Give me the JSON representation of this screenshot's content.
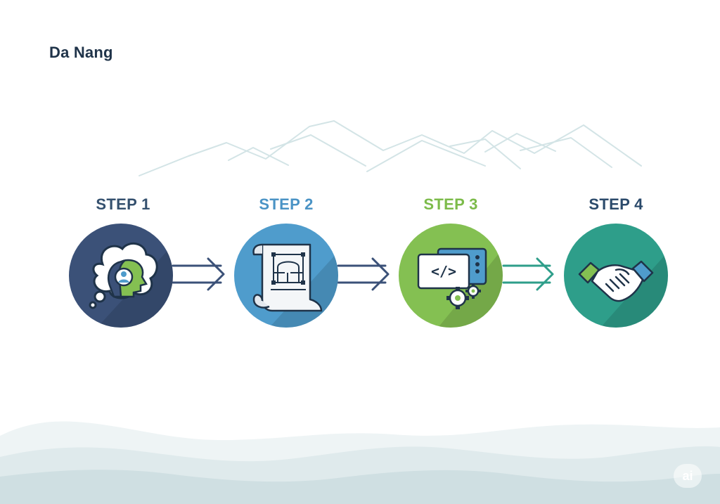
{
  "title": "Da Nang",
  "badge": "ai",
  "steps": [
    {
      "label": "STEP 1",
      "color": "#34506e",
      "circle": "#3b5178"
    },
    {
      "label": "STEP 2",
      "color": "#4a93c5",
      "circle": "#4f9ccc"
    },
    {
      "label": "STEP 3",
      "color": "#7cbb4a",
      "circle": "#84c052"
    },
    {
      "label": "STEP 4",
      "color": "#2b4a6b",
      "circle": "#2e9e8a"
    }
  ],
  "colors": {
    "mountain_line": "#cfe1e3",
    "wave_light": "#e8f0f1",
    "wave_mid": "#d6e4e6",
    "arrow_1": "#3b5178",
    "arrow_2": "#3b5178",
    "arrow_3": "#2e9e8a"
  }
}
